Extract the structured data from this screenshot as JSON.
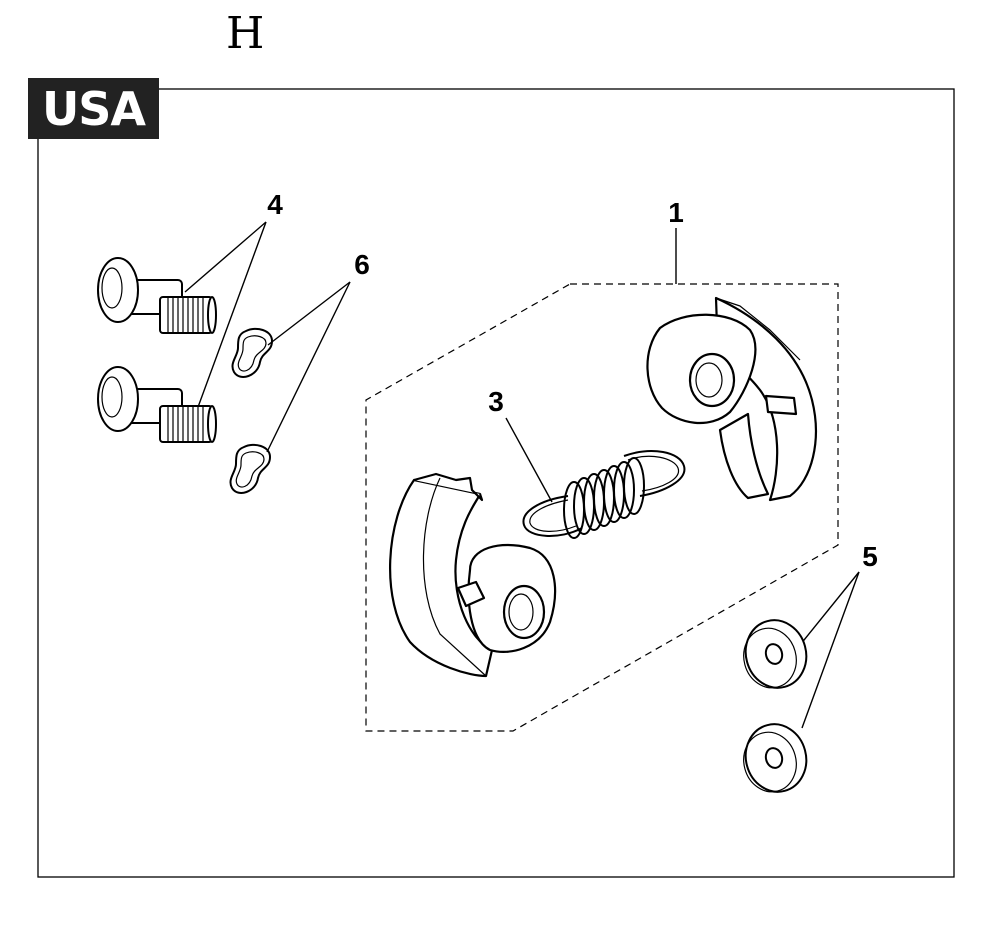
{
  "page": {
    "title": "H",
    "region_badge": "USA"
  },
  "callouts": [
    {
      "number": "1",
      "part": "clutch-shoe-assembly"
    },
    {
      "number": "3",
      "part": "clutch-spring"
    },
    {
      "number": "4",
      "part": "shoulder-bolt"
    },
    {
      "number": "5",
      "part": "washer"
    },
    {
      "number": "6",
      "part": "retaining-clip"
    }
  ]
}
